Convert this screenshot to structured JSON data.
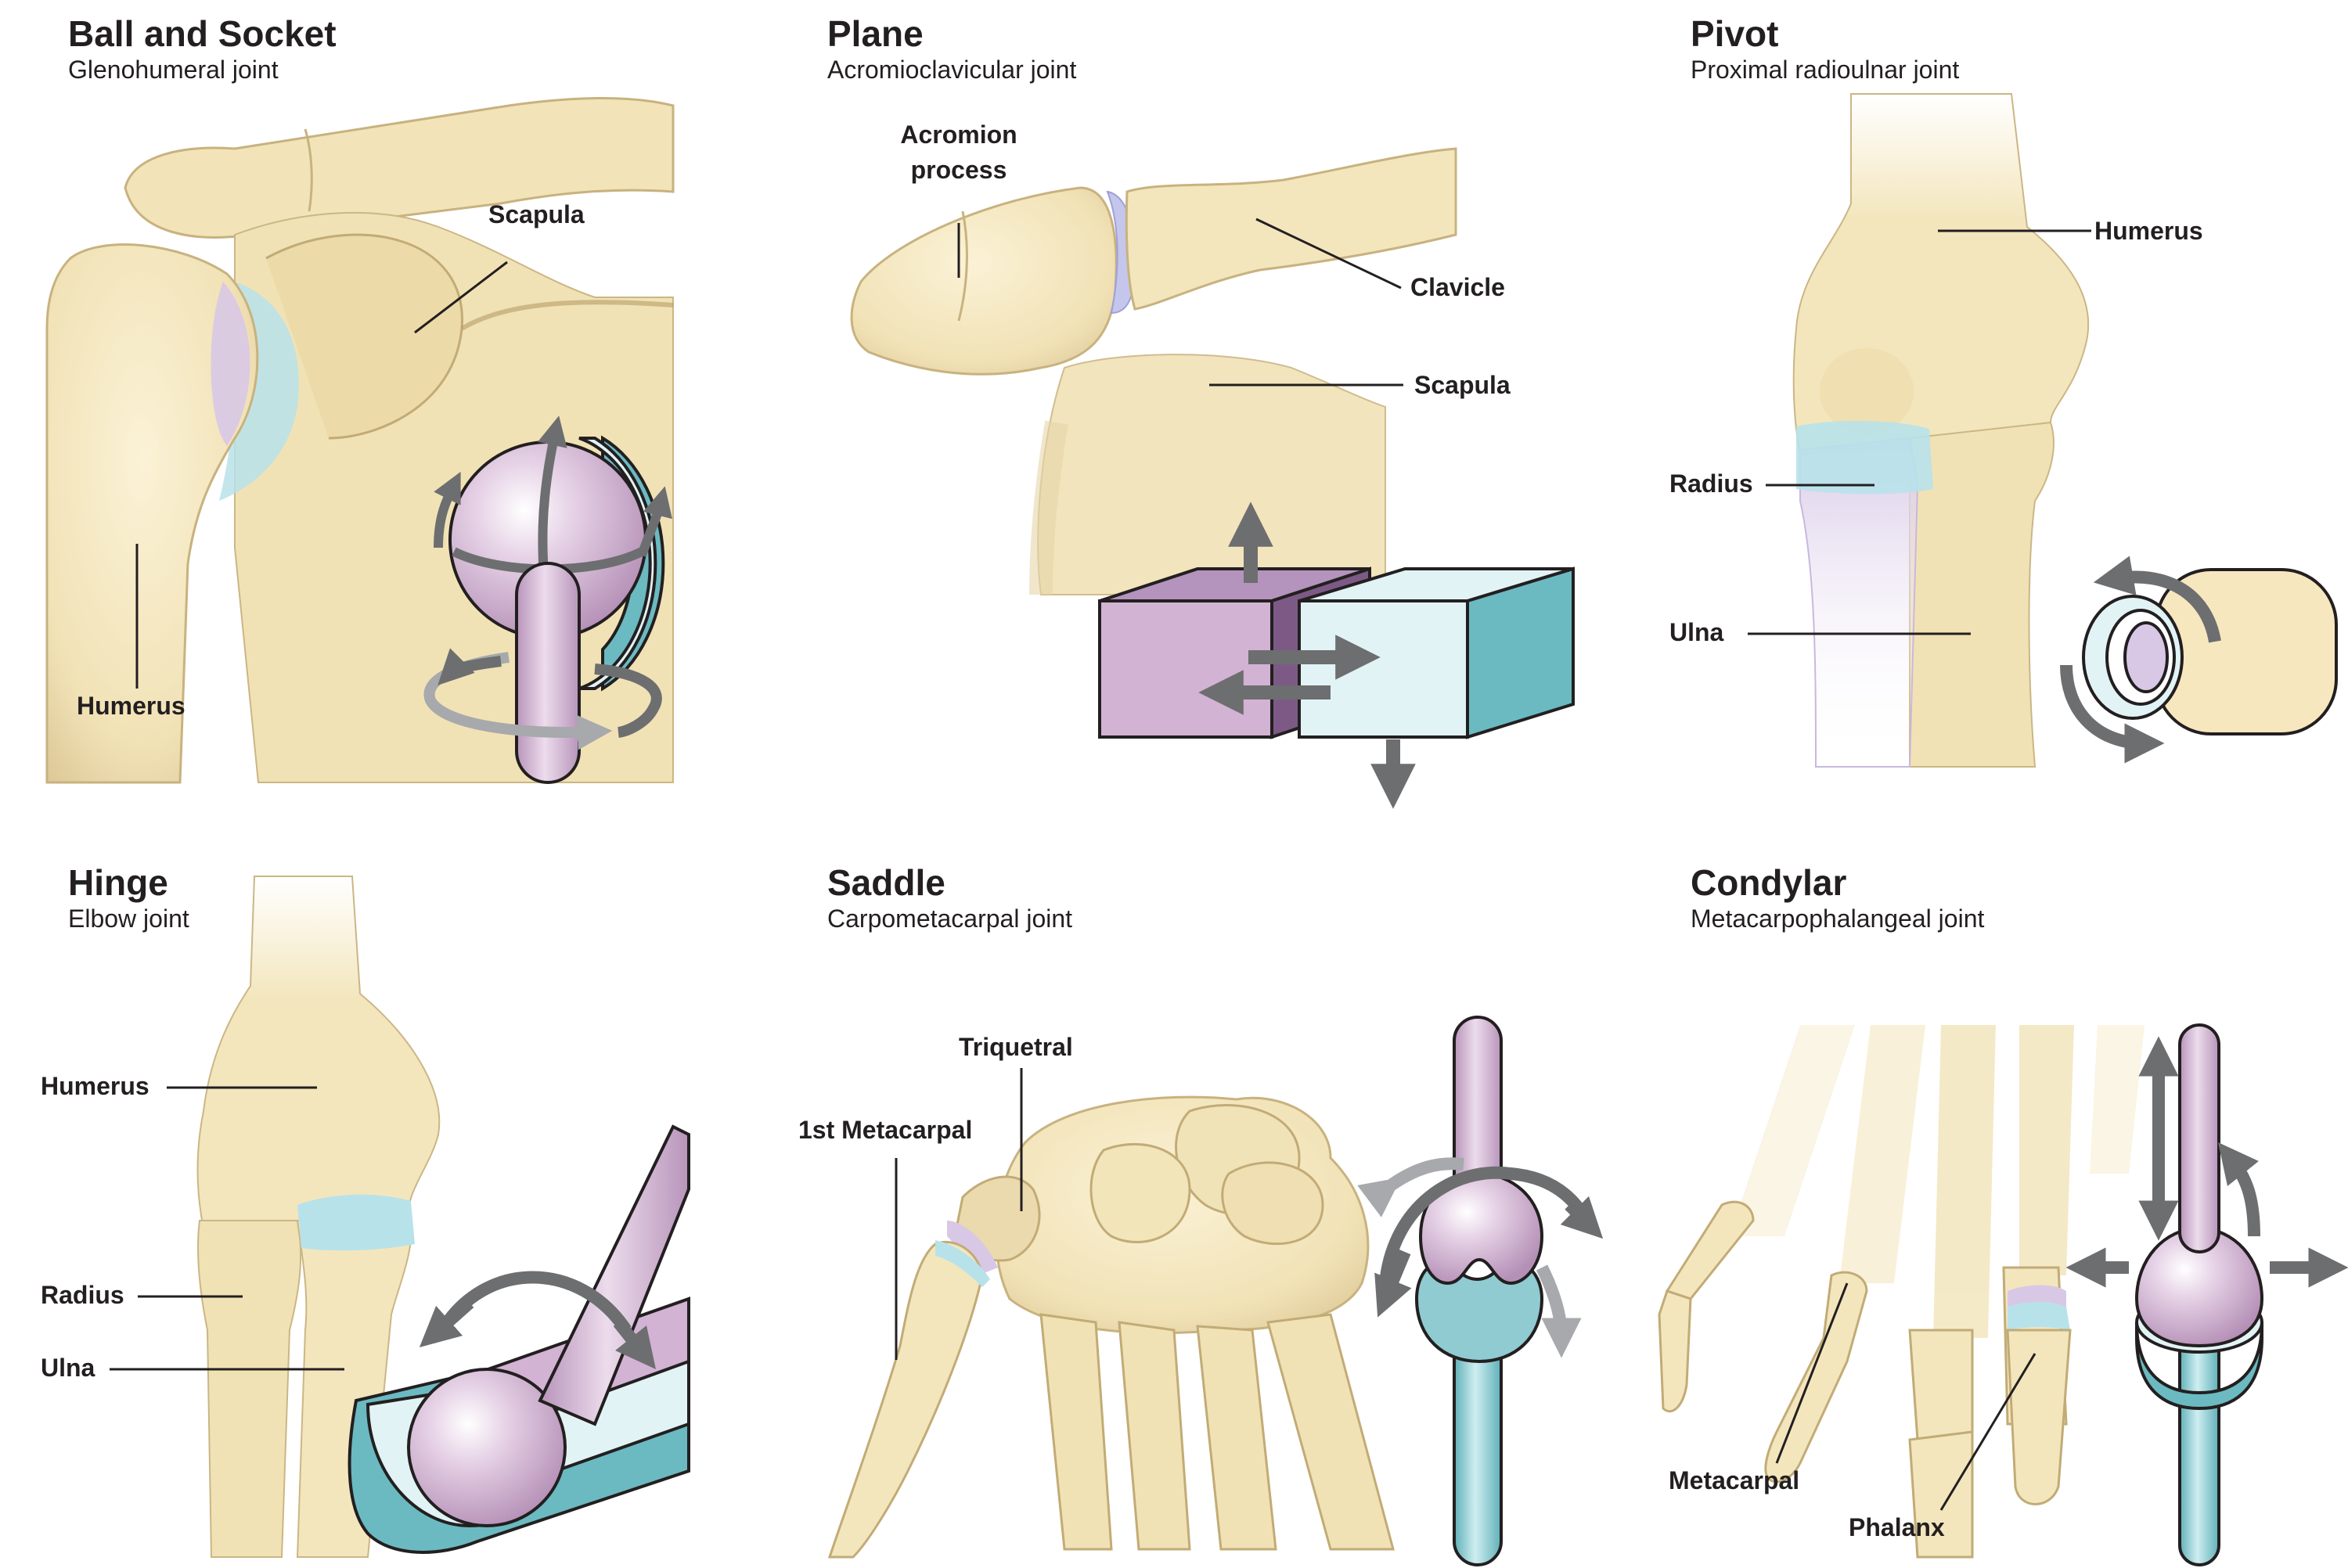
{
  "colors": {
    "bone": "#f3e6bd",
    "bone_shadow": "#d7c393",
    "bone_outline": "#b9a574",
    "cartilage_blue": "#b3e0ea",
    "cartilage_purple": "#d8c8e6",
    "model_purple": "#d2b3d3",
    "model_teal": "#6bbac1",
    "model_light": "#e2f3f5",
    "arrow": "#6d6e70",
    "arrow_light": "#a7a9ac",
    "leader": "#231f20"
  },
  "panels": [
    {
      "id": "ball-and-socket",
      "title": "Ball and Socket",
      "subtitle": "Glenohumeral joint",
      "labels": [
        "Scapula",
        "Humerus"
      ],
      "model_icon": "ball-and-socket-model"
    },
    {
      "id": "plane",
      "title": "Plane",
      "subtitle": "Acromioclavicular joint",
      "labels": [
        "Acromion",
        "process",
        "Clavicle",
        "Scapula"
      ],
      "model_icon": "sliding-blocks-model"
    },
    {
      "id": "pivot",
      "title": "Pivot",
      "subtitle": "Proximal radioulnar joint",
      "labels": [
        "Humerus",
        "Radius",
        "Ulna"
      ],
      "model_icon": "pivot-ring-model"
    },
    {
      "id": "hinge",
      "title": "Hinge",
      "subtitle": "Elbow joint",
      "labels": [
        "Humerus",
        "Radius",
        "Ulna"
      ],
      "model_icon": "hinge-cylinder-model"
    },
    {
      "id": "saddle",
      "title": "Saddle",
      "subtitle": "Carpometacarpal joint",
      "labels": [
        "Triquetral",
        "1st Metacarpal"
      ],
      "model_icon": "saddle-model"
    },
    {
      "id": "condylar",
      "title": "Condylar",
      "subtitle": "Metacarpophalangeal joint",
      "labels": [
        "Metacarpal",
        "Phalanx"
      ],
      "model_icon": "condylar-model"
    }
  ]
}
